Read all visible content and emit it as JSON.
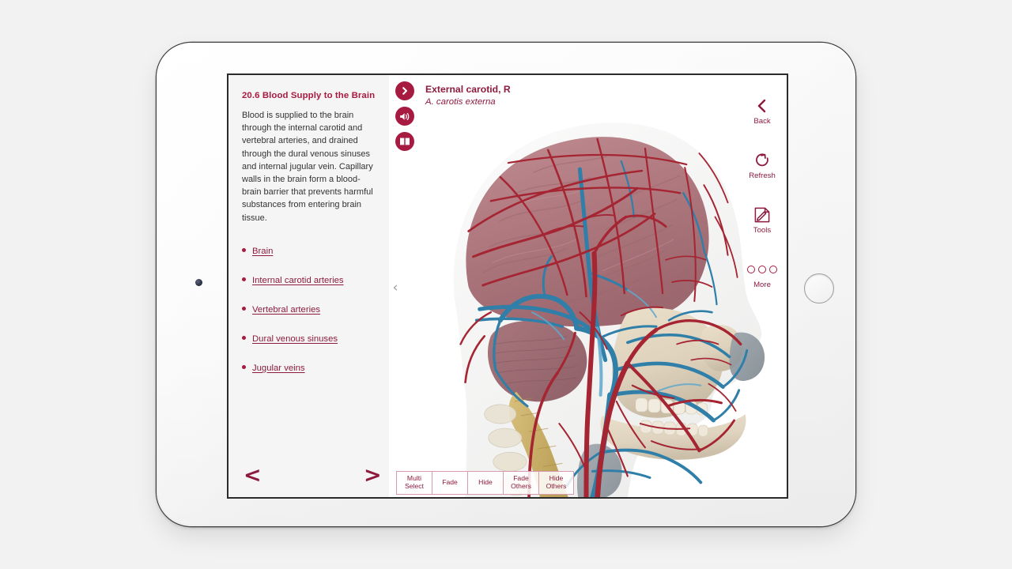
{
  "device": {
    "name": "tablet",
    "home_button": "home-button",
    "camera": "front-camera"
  },
  "panel": {
    "title": "20.6 Blood Supply to the Brain",
    "body": "Blood is supplied to the brain through the internal carotid and vertebral arteries, and drained through the dural venous sinuses and internal jugular vein. Capillary walls in the brain form a blood-brain barrier that prevents harmful substances from entering brain tissue.",
    "links": [
      "Brain",
      "Internal carotid arteries",
      "Vertebral arteries",
      "Dural venous sinuses",
      "Jugular veins"
    ],
    "prev_label": "<",
    "next_label": ">",
    "collapse_label": "‹"
  },
  "structure": {
    "name": "External carotid, R",
    "latin": "A. carotis externa",
    "buttons": [
      {
        "icon": "chevron-right-icon"
      },
      {
        "icon": "speaker-icon"
      },
      {
        "icon": "book-icon"
      }
    ]
  },
  "rail": {
    "items": [
      {
        "label": "Back",
        "icon": "chevron-left-icon"
      },
      {
        "label": "Refresh",
        "icon": "refresh-icon"
      },
      {
        "label": "Tools",
        "icon": "pencil-page-icon"
      },
      {
        "label": "More",
        "icon": "ellipsis-icon"
      }
    ]
  },
  "toolbar": {
    "buttons": [
      "Multi Select",
      "Fade",
      "Hide",
      "Fade Others",
      "Hide Others"
    ],
    "buttons_lines": [
      [
        "Multi",
        "Select"
      ],
      [
        "Fade",
        ""
      ],
      [
        "Hide",
        ""
      ],
      [
        "Fade",
        "Others"
      ],
      [
        "Hide",
        "Others"
      ]
    ]
  },
  "colors": {
    "accent": "#a81b40",
    "accent_text": "#8d1b3d",
    "panel_bg": "#f5f5f5",
    "artery": "#a52532",
    "vein": "#2f7fa8",
    "brain": "#b07a80",
    "bone": "#ded2bd",
    "page_bg": "#f2f2f2"
  }
}
